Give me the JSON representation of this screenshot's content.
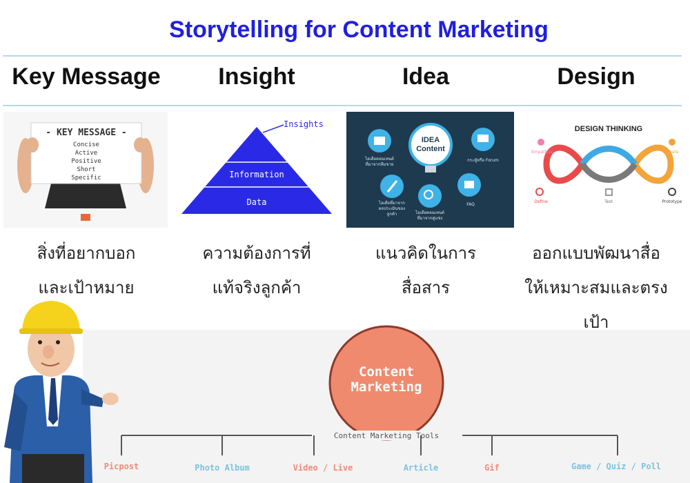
{
  "title": "Storytelling for Content Marketing",
  "columns": [
    {
      "heading": "Key Message",
      "desc_lines": [
        "สิ่งที่อยากบอก",
        "และเป้าหมาย"
      ]
    },
    {
      "heading": "Insight",
      "desc_lines": [
        "ความต้องการที่",
        "แท้จริงลูกค้า"
      ]
    },
    {
      "heading": "Idea",
      "desc_lines": [
        "แนวคิดในการ",
        "สื่อสาร"
      ]
    },
    {
      "heading": "Design",
      "desc_lines": [
        "ออกแบบพัฒนาสื่อ",
        "ให้เหมาะสมและตรง",
        "เป้า"
      ]
    }
  ],
  "key_message_board": {
    "title": "- KEY MESSAGE -",
    "items": [
      "Concise",
      "Active",
      "Positive",
      "Short",
      "Specific"
    ]
  },
  "insight_pyramid": {
    "top_label": "Insights",
    "middle_label": "Information",
    "bottom_label": "Data"
  },
  "idea_panel": {
    "center_label": [
      "IDEA",
      "Content"
    ],
    "nodes": [
      {
        "label": [
          "ไอเดียคอนเทนต์",
          "ที่มาจากทีมขาย"
        ]
      },
      {
        "label": [
          "กระทู้หรือ Forum"
        ]
      },
      {
        "label": [
          "ไอเดียที่มาจาก",
          "ผลประเมินของ",
          "ลูกค้า"
        ]
      },
      {
        "label": [
          "ไอเดียคอนเทนต์",
          "ที่มาจากคู่แข่ง"
        ]
      },
      {
        "label": [
          "FAQ"
        ]
      }
    ],
    "colors": {
      "bg": "#1e3a4f",
      "accent": "#3fb2e8"
    }
  },
  "design_thinking": {
    "title": "DESIGN THINKING",
    "stages": [
      "Empathize",
      "Ideate",
      "Define",
      "Test",
      "Prototype"
    ]
  },
  "bottom_diagram": {
    "center": [
      "Content",
      "Marketing"
    ],
    "tools_label": "Content Marketing Tools",
    "tools": [
      {
        "label": "Picpost",
        "color": "#f08b7a"
      },
      {
        "label": "Photo Album",
        "color": "#7cc3e0"
      },
      {
        "label": "Video / Live",
        "color": "#f08b7a"
      },
      {
        "label": "Article",
        "color": "#7cc3e0"
      },
      {
        "label": "Gif",
        "color": "#f08b7a"
      },
      {
        "label": "Game / Quiz / Poll",
        "color": "#7cc3e0"
      }
    ],
    "colors": {
      "circle": "#ef8a6e",
      "circle_border": "#8c3a2a",
      "branch": "#555555"
    }
  },
  "colors": {
    "title": "#1f1fe0",
    "pyramid": "#2a2ae6"
  }
}
